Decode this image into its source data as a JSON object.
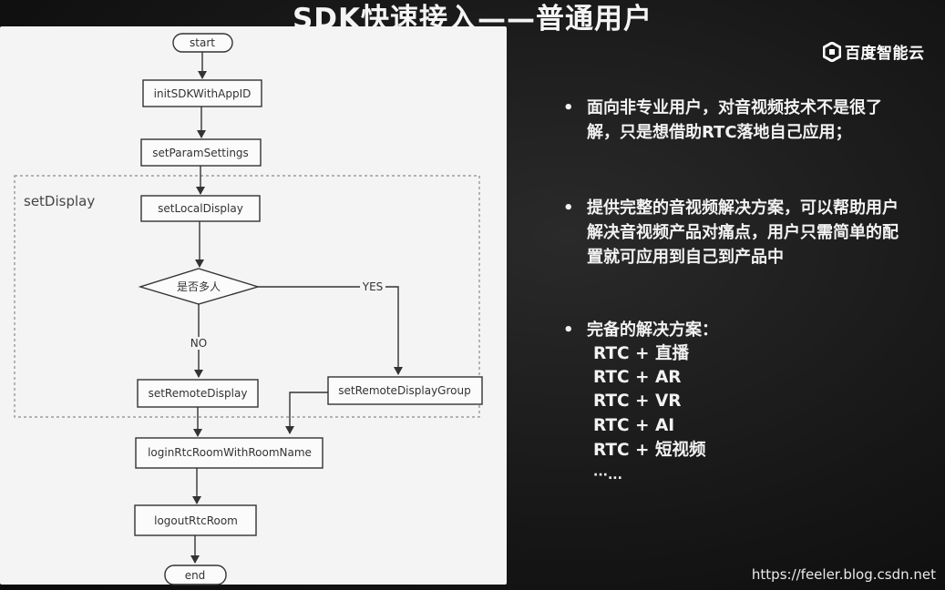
{
  "slide_title": "SDK快速接入——普通用户",
  "brand": {
    "name": "百度智能云",
    "icon": "baidu-cloud-logo-icon"
  },
  "flowchart": {
    "group_label": "setDisplay",
    "nodes": {
      "start": "start",
      "init": "initSDKWithAppID",
      "param": "setParamSettings",
      "local": "setLocalDisplay",
      "decision": "是否多人",
      "remote": "setRemoteDisplay",
      "remote_group": "setRemoteDisplayGroup",
      "login": "loginRtcRoomWithRoomName",
      "logout": "logoutRtcRoom",
      "end": "end"
    },
    "edge_labels": {
      "yes": "YES",
      "no": "NO"
    }
  },
  "bullets": [
    "面向非专业用户，对音视频技术不是很了解，只是想借助RTC落地自己应用；",
    "提供完整的音视频解决方案，可以帮助用户解决音视频产品对痛点，用户只需简单的配置就可应用到自己到产品中",
    "完备的解决方案："
  ],
  "solutions": [
    "RTC + 直播",
    "RTC + AR",
    "RTC + VR",
    "RTC + AI",
    "RTC + 短视频",
    "···..."
  ],
  "watermark": "https://feeler.blog.csdn.net"
}
